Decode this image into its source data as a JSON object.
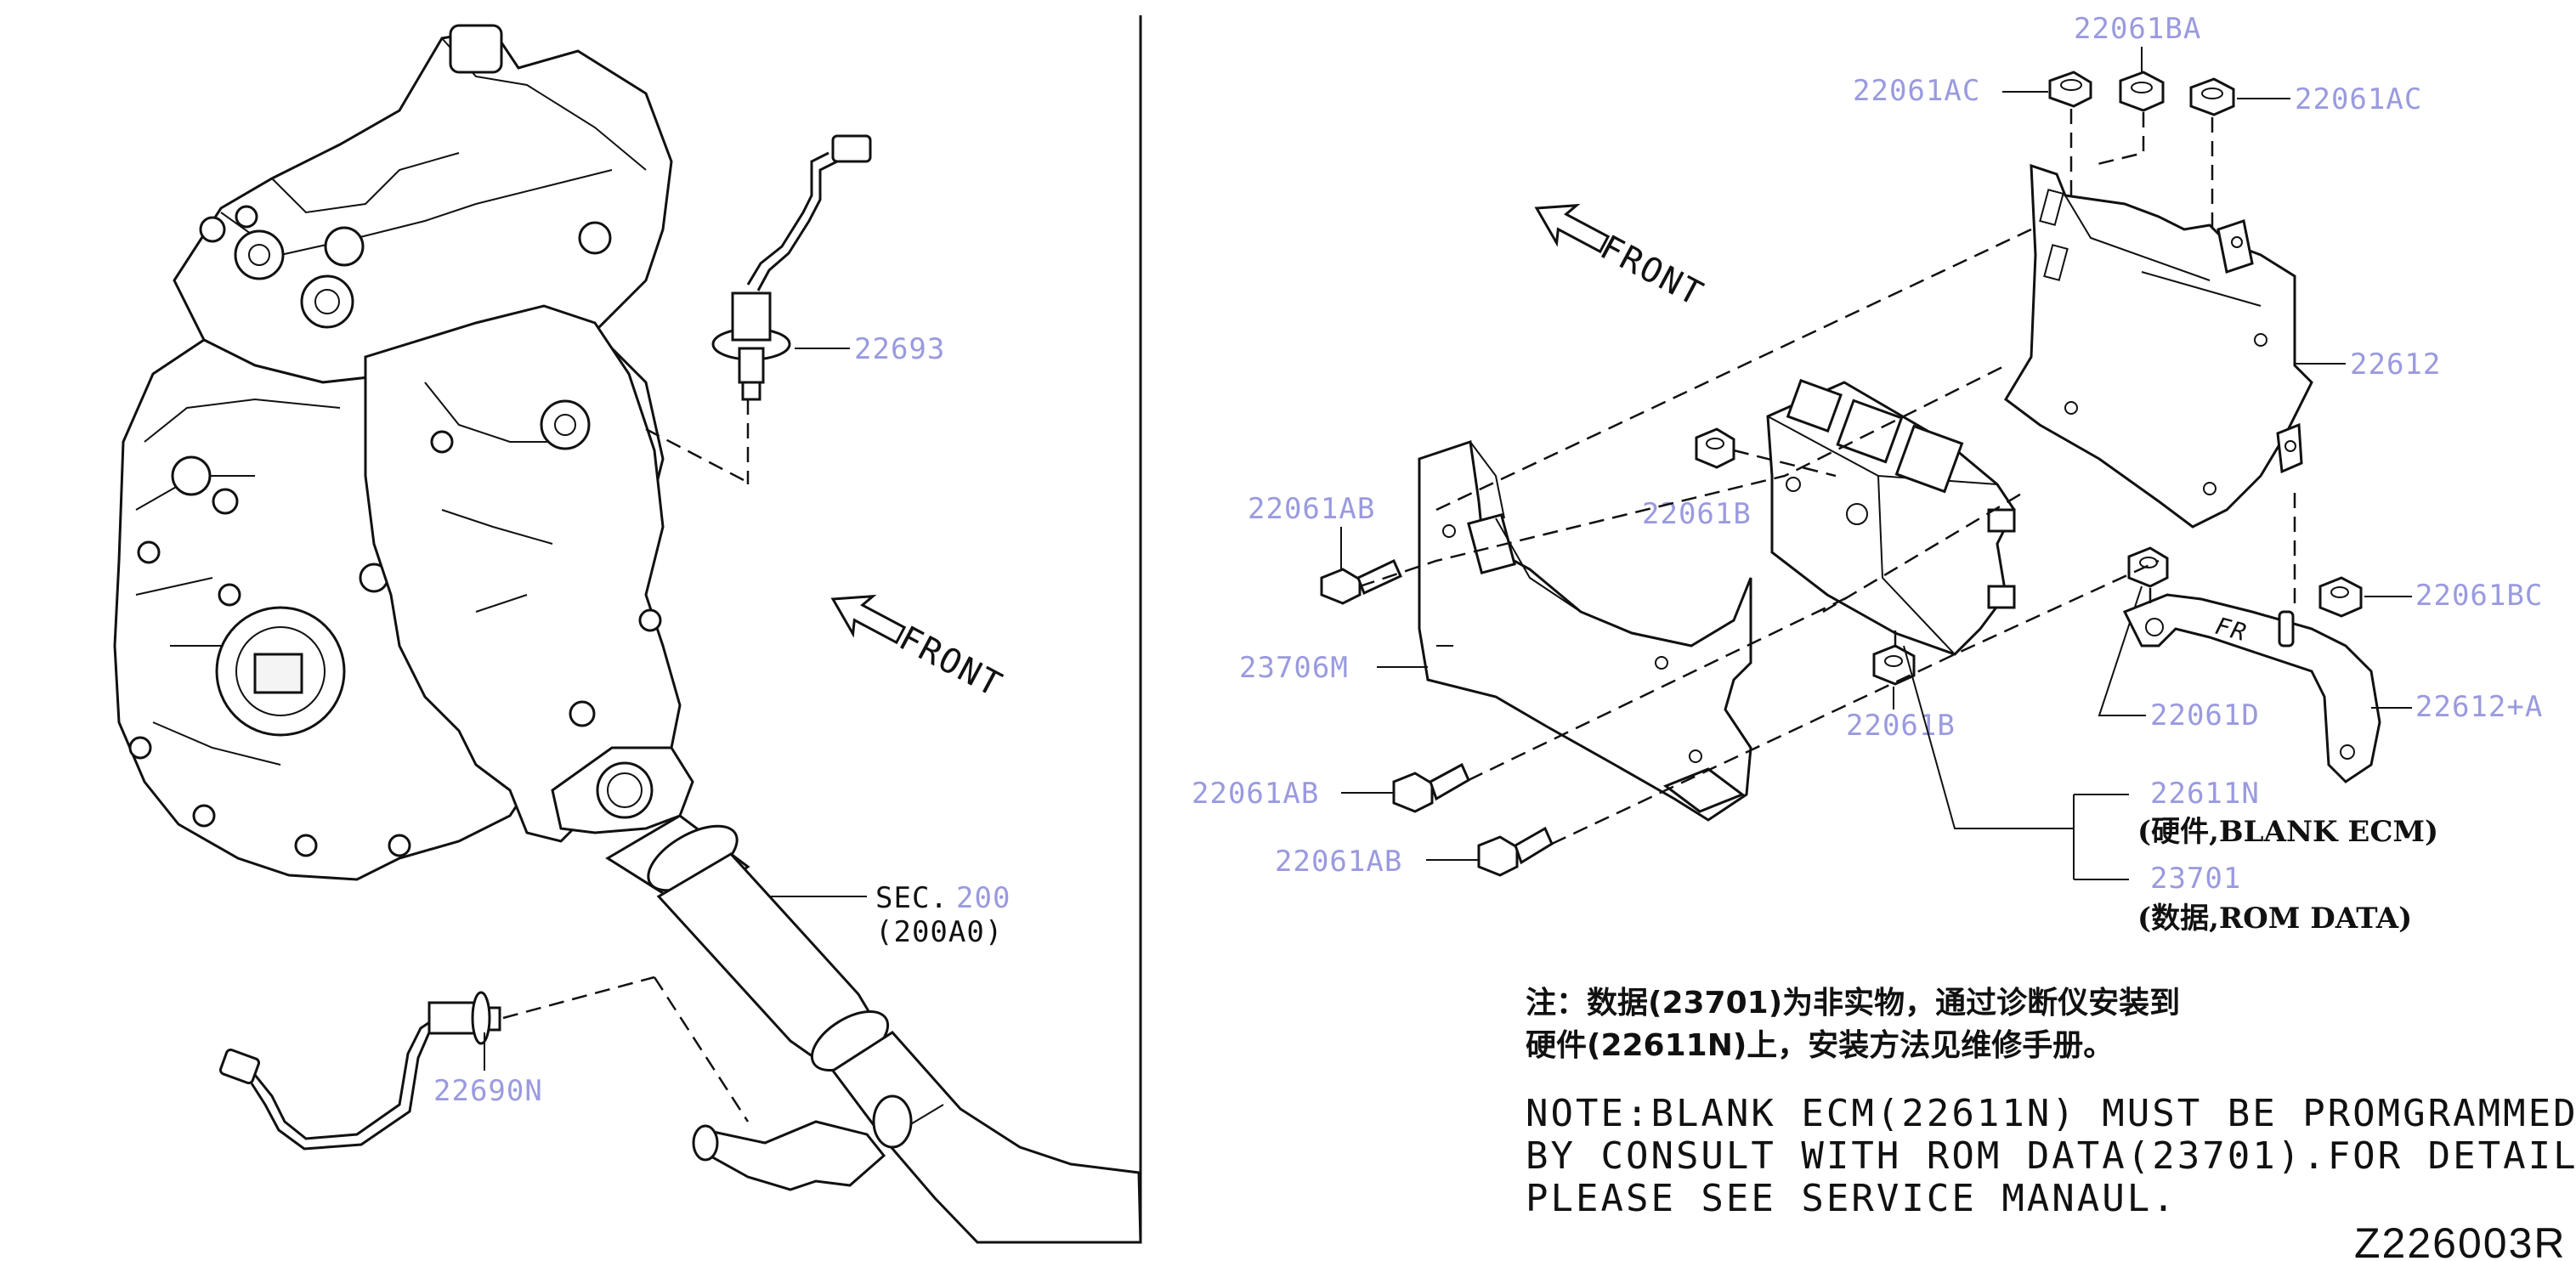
{
  "diagram": {
    "drawing_id": "Z226003R",
    "left_panel": {
      "front_label": "FRONT",
      "parts": {
        "p22693": "22693",
        "p22690N": "22690N",
        "sec_prefix": "SEC.",
        "sec_num": "200",
        "sec_sub": "(200A0)"
      }
    },
    "right_panel": {
      "front_label": "FRONT",
      "parts": {
        "p22061BA": "22061BA",
        "p22061AC_left": "22061AC",
        "p22061AC_right": "22061AC",
        "p22612": "22612",
        "p22061AB_1": "22061AB",
        "p22061B_upper": "22061B",
        "p23706M": "23706M",
        "p22061BC": "22061BC",
        "p22612A": "22612+A",
        "p22061D": "22061D",
        "p22061B_lower": "22061B",
        "p22061AB_2": "22061AB",
        "p22061AB_3": "22061AB",
        "p22611N": "22611N",
        "p22611N_desc": "(硬件,BLANK ECM)",
        "p23701": "23701",
        "p23701_desc": "(数据,ROM DATA)",
        "bracket_mark": "FR"
      },
      "note_cn": [
        "注：数据(23701)为非实物，通过诊断仪安装到",
        "硬件(22611N)上，安装方法见维修手册。"
      ],
      "note_en": [
        "NOTE:BLANK ECM(22611N) MUST BE PROMGRAMMED",
        "BY CONSULT WITH ROM DATA(23701).FOR DETAIL",
        "PLEASE SEE SERVICE MANAUL."
      ]
    }
  }
}
